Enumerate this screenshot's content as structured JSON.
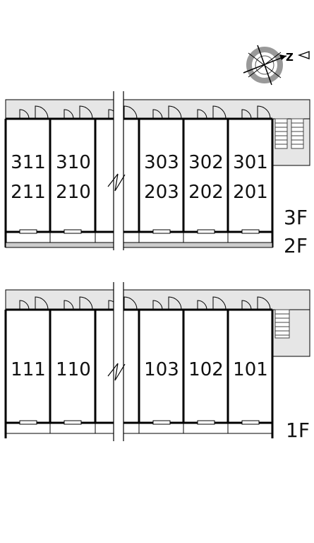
{
  "compass": {
    "north_symbol": "Z",
    "icon": "compass-icon"
  },
  "upper_building": {
    "floor_labels": [
      "3F",
      "2F"
    ],
    "units_upper": [
      "311",
      "310",
      "303",
      "302",
      "301"
    ],
    "units_lower": [
      "211",
      "210",
      "203",
      "202",
      "201"
    ]
  },
  "lower_building": {
    "floor_labels": [
      "1F"
    ],
    "units": [
      "111",
      "110",
      "103",
      "102",
      "101"
    ]
  },
  "colors": {
    "corridor": "#e6e6e6",
    "wall": "#000000",
    "stairs": "#cccccc"
  }
}
